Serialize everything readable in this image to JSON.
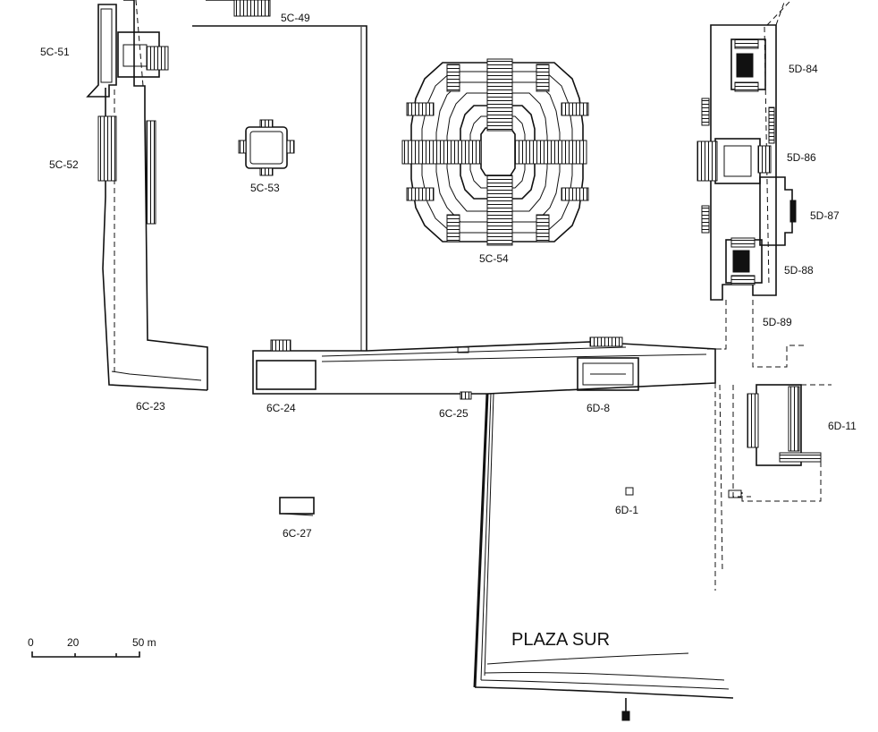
{
  "map": {
    "plaza_label": "PLAZA SUR",
    "structures": {
      "s_5c_49": "5C-49",
      "s_5c_51": "5C-51",
      "s_5c_52": "5C-52",
      "s_5c_53": "5C-53",
      "s_5c_54": "5C-54",
      "s_5d_84": "5D-84",
      "s_5d_86": "5D-86",
      "s_5d_87": "5D-87",
      "s_5d_88": "5D-88",
      "s_5d_89": "5D-89",
      "s_6c_23": "6C-23",
      "s_6c_24": "6C-24",
      "s_6c_25": "6C-25",
      "s_6c_27": "6C-27",
      "s_6d_8": "6D-8",
      "s_6d_11": "6D-11",
      "s_6d_1": "6D-1"
    },
    "scale": {
      "tick_0": "0",
      "tick_20": "20",
      "tick_50": "50 m"
    },
    "colors": {
      "ink": "#111111",
      "paper": "#ffffff"
    }
  }
}
